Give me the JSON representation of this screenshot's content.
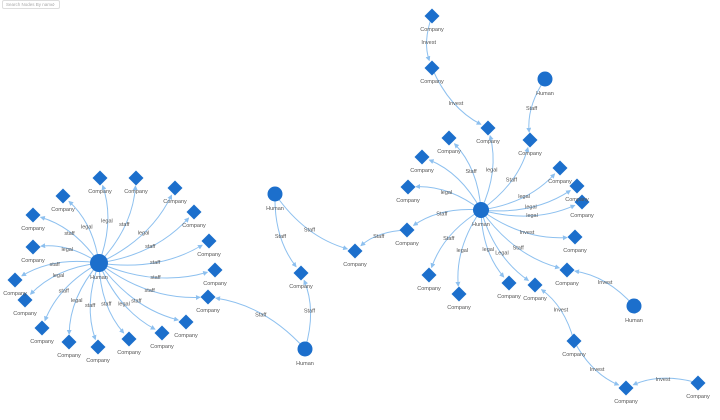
{
  "search": {
    "placeholder": "Search Nodes By name",
    "icon": "search-icon"
  },
  "colors": {
    "node": "#1c6fcc",
    "edge": "#8dc0ef",
    "label": "#555555"
  },
  "graph": {
    "nodes": [
      {
        "type": "human",
        "label": "Human"
      },
      {
        "type": "company",
        "label": "Company"
      },
      {
        "type": "company",
        "label": "Company"
      },
      {
        "type": "company",
        "label": "Company"
      },
      {
        "type": "company",
        "label": "Company"
      },
      {
        "type": "company",
        "label": "Company"
      },
      {
        "type": "company",
        "label": "Company"
      },
      {
        "type": "company",
        "label": "Company"
      },
      {
        "type": "company",
        "label": "Company"
      },
      {
        "type": "company",
        "label": "Company"
      },
      {
        "type": "company",
        "label": "Company"
      },
      {
        "type": "company",
        "label": "Company"
      },
      {
        "type": "company",
        "label": "Company"
      },
      {
        "type": "company",
        "label": "Company"
      },
      {
        "type": "company",
        "label": "Company"
      },
      {
        "type": "company",
        "label": "Company"
      },
      {
        "type": "company",
        "label": "Company"
      },
      {
        "type": "company",
        "label": "Company"
      },
      {
        "type": "company",
        "label": "Company"
      },
      {
        "type": "human",
        "label": "Human"
      },
      {
        "type": "company",
        "label": "Company"
      },
      {
        "type": "company",
        "label": "Company"
      },
      {
        "type": "human",
        "label": "Human"
      },
      {
        "type": "human",
        "label": "Human"
      },
      {
        "type": "company",
        "label": "Company"
      },
      {
        "type": "company",
        "label": "Company"
      },
      {
        "type": "company",
        "label": "Company"
      },
      {
        "type": "company",
        "label": "Company"
      },
      {
        "type": "company",
        "label": "Company"
      },
      {
        "type": "company",
        "label": "Company"
      },
      {
        "type": "company",
        "label": "Company"
      },
      {
        "type": "company",
        "label": "Company"
      },
      {
        "type": "company",
        "label": "Company"
      },
      {
        "type": "company",
        "label": "Company"
      },
      {
        "type": "company",
        "label": "Company"
      },
      {
        "type": "company",
        "label": "Company"
      },
      {
        "type": "company",
        "label": "Company"
      },
      {
        "type": "company",
        "label": "Company"
      },
      {
        "type": "company",
        "label": "Company"
      },
      {
        "type": "company",
        "label": "Company"
      },
      {
        "type": "company",
        "label": "Company"
      },
      {
        "type": "human",
        "label": "Human"
      },
      {
        "type": "human",
        "label": "Human"
      },
      {
        "type": "company",
        "label": "Company"
      },
      {
        "type": "company",
        "label": "Company"
      },
      {
        "type": "company",
        "label": "Company"
      }
    ],
    "edges": [
      {
        "from": 0,
        "to": 1,
        "label": "legal"
      },
      {
        "from": 0,
        "to": 2,
        "label": "staff"
      },
      {
        "from": 0,
        "to": 3,
        "label": "legal"
      },
      {
        "from": 0,
        "to": 4,
        "label": "staff"
      },
      {
        "from": 0,
        "to": 5,
        "label": "staff"
      },
      {
        "from": 0,
        "to": 6,
        "label": "staff"
      },
      {
        "from": 0,
        "to": 7,
        "label": "staff"
      },
      {
        "from": 0,
        "to": 8,
        "label": "staff"
      },
      {
        "from": 0,
        "to": 9,
        "label": "legal"
      },
      {
        "from": 0,
        "to": 10,
        "label": "staff"
      },
      {
        "from": 0,
        "to": 11,
        "label": "staff"
      },
      {
        "from": 0,
        "to": 12,
        "label": "legal"
      },
      {
        "from": 0,
        "to": 13,
        "label": "staff"
      },
      {
        "from": 0,
        "to": 14,
        "label": "legal"
      },
      {
        "from": 0,
        "to": 15,
        "label": "staff"
      },
      {
        "from": 0,
        "to": 16,
        "label": "legal"
      },
      {
        "from": 0,
        "to": 17,
        "label": "staff"
      },
      {
        "from": 0,
        "to": 18,
        "label": "legal"
      },
      {
        "from": 22,
        "to": 7,
        "label": "Staff"
      },
      {
        "from": 19,
        "to": 20,
        "label": "Staff"
      },
      {
        "from": 19,
        "to": 21,
        "label": "Staff"
      },
      {
        "from": 22,
        "to": 20,
        "label": "Staff"
      },
      {
        "from": 27,
        "to": 21,
        "label": "Staff"
      },
      {
        "from": 23,
        "to": 24,
        "label": "Staff"
      },
      {
        "from": 23,
        "to": 25,
        "label": ""
      },
      {
        "from": 23,
        "to": 26,
        "label": "legal"
      },
      {
        "from": 23,
        "to": 27,
        "label": "Staff"
      },
      {
        "from": 23,
        "to": 28,
        "label": "Staff"
      },
      {
        "from": 23,
        "to": 29,
        "label": "legal"
      },
      {
        "from": 23,
        "to": 30,
        "label": "legal"
      },
      {
        "from": 23,
        "to": 31,
        "label": "Legal"
      },
      {
        "from": 23,
        "to": 32,
        "label": "Staff"
      },
      {
        "from": 23,
        "to": 33,
        "label": "Invest"
      },
      {
        "from": 23,
        "to": 34,
        "label": "legal"
      },
      {
        "from": 23,
        "to": 35,
        "label": "legal"
      },
      {
        "from": 23,
        "to": 36,
        "label": "legal"
      },
      {
        "from": 23,
        "to": 37,
        "label": "Staff"
      },
      {
        "from": 23,
        "to": 38,
        "label": "legal"
      },
      {
        "from": 39,
        "to": 40,
        "label": "Invest"
      },
      {
        "from": 40,
        "to": 38,
        "label": "Invest"
      },
      {
        "from": 41,
        "to": 37,
        "label": "Staff"
      },
      {
        "from": 42,
        "to": 32,
        "label": "Invest"
      },
      {
        "from": 43,
        "to": 31,
        "label": "Invest"
      },
      {
        "from": 43,
        "to": 44,
        "label": "Invest"
      },
      {
        "from": 45,
        "to": 44,
        "label": "Invest"
      }
    ]
  }
}
